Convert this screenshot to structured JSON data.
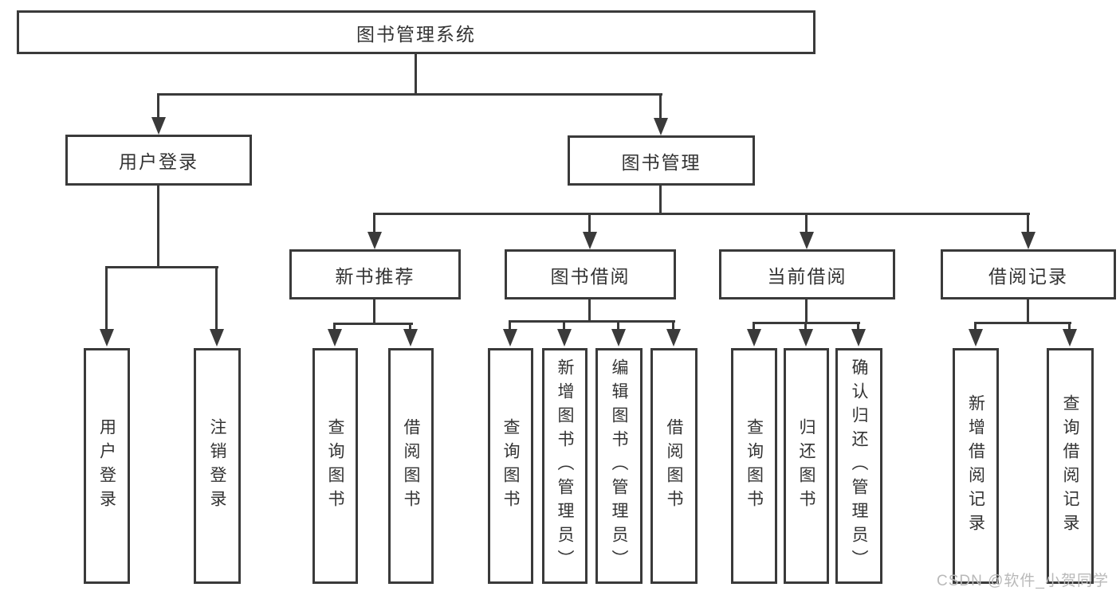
{
  "colors": {
    "line": "#3a3a3a",
    "text": "#333333",
    "watermark": "#b9b9b9",
    "background": "#ffffff"
  },
  "tree": {
    "label": "图书管理系统",
    "children": [
      {
        "label": "用户登录",
        "children": [
          {
            "label": "用户登录"
          },
          {
            "label": "注销登录"
          }
        ]
      },
      {
        "label": "图书管理",
        "children": [
          {
            "label": "新书推荐",
            "children": [
              {
                "label": "查询图书"
              },
              {
                "label": "借阅图书"
              }
            ]
          },
          {
            "label": "图书借阅",
            "children": [
              {
                "label": "查询图书"
              },
              {
                "label": "新增图书（管理员）"
              },
              {
                "label": "编辑图书（管理员）"
              },
              {
                "label": "借阅图书"
              }
            ]
          },
          {
            "label": "当前借阅",
            "children": [
              {
                "label": "查询图书"
              },
              {
                "label": "归还图书"
              },
              {
                "label": "确认归还（管理员）"
              }
            ]
          },
          {
            "label": "借阅记录",
            "children": [
              {
                "label": "新增借阅记录"
              },
              {
                "label": "查询借阅记录"
              }
            ]
          }
        ]
      }
    ]
  },
  "watermark": "CSDN @软件_小贺同学"
}
